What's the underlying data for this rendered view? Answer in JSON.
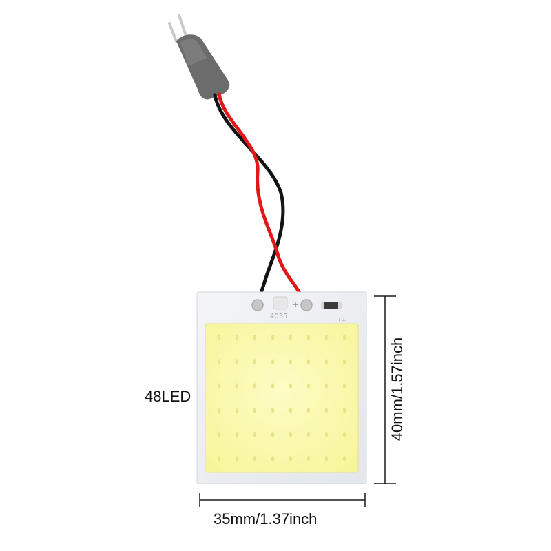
{
  "product": {
    "led_count_label": "48LED",
    "width_label": "35mm/1.37inch",
    "height_label": "40mm/1.57inch",
    "pcb_markings": {
      "model": "4035",
      "minus": "-",
      "plus": "+",
      "resistor": "R+"
    },
    "led_grid": {
      "rows": 6,
      "cols": 8
    }
  },
  "colors": {
    "pcb": "#eef0f2",
    "emitter": "#fbf9a8",
    "wire_red": "#e01818",
    "wire_black": "#141414",
    "connector": "#6c6c6c",
    "dimension_line": "#1a1a1a"
  }
}
